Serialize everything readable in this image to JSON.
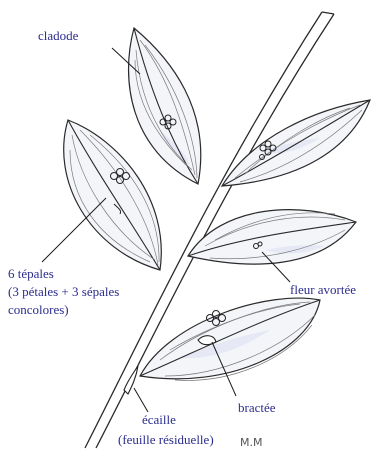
{
  "labels": {
    "cladode": "cladode",
    "tepals_line1": "6 tépales",
    "tepals_line2": "(3 pétales + 3 sépales",
    "tepals_line3": "concolores)",
    "fleur_avortee": "fleur avortée",
    "bractee": "bractée",
    "ecaille_line1": "écaille",
    "ecaille_line2": "(feuille résiduelle)"
  },
  "signature": "M.M",
  "colors": {
    "label_text": "#2b2d8c",
    "ink": "#2a2a2a",
    "leaf_fill": "#f3f5f9",
    "shade": "#dfe4f3"
  }
}
